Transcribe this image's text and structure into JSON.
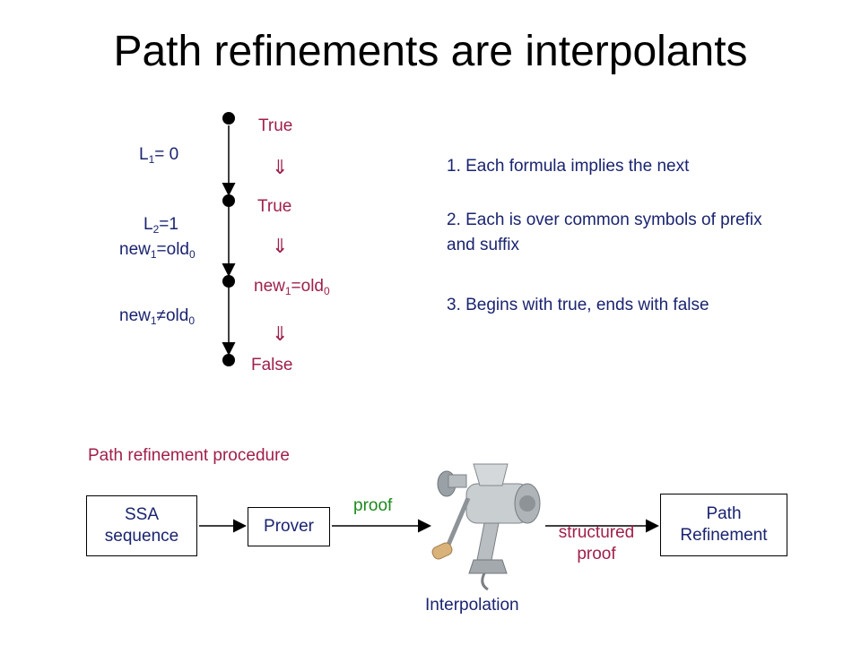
{
  "title": "Path refinements are interpolants",
  "path": {
    "nodes": [
      "True",
      "True",
      "new1=old0",
      "False"
    ],
    "node3_parts": {
      "a": "new",
      "a_sub": "1",
      "b": "=old",
      "b_sub": "0"
    },
    "implies_symbol": "⇓",
    "edges": {
      "e1": {
        "a": "L",
        "a_sub": "1",
        "b": "= 0"
      },
      "e2_line1": {
        "a": "L",
        "a_sub": "2",
        "b": "=1"
      },
      "e2_line2": {
        "a": "new",
        "a_sub": "1",
        "b": "=old",
        "b_sub": "0"
      },
      "e3": {
        "a": "new",
        "a_sub": "1",
        "b": "≠old",
        "b_sub": "0"
      }
    }
  },
  "properties": [
    "1. Each formula implies the next",
    "2. Each is over common symbols of prefix and suffix",
    "3. Begins with true, ends with false"
  ],
  "procedure": {
    "heading": "Path refinement procedure",
    "ssa_box": "SSA\nsequence",
    "prover_box": "Prover",
    "proof_label": "proof",
    "structured_label": "structured\nproof",
    "result_box": "Path\nRefinement",
    "interpolation_label": "Interpolation"
  },
  "colors": {
    "maroon": "#a0204a",
    "navy": "#1a2470",
    "green": "#1d8a1d"
  }
}
